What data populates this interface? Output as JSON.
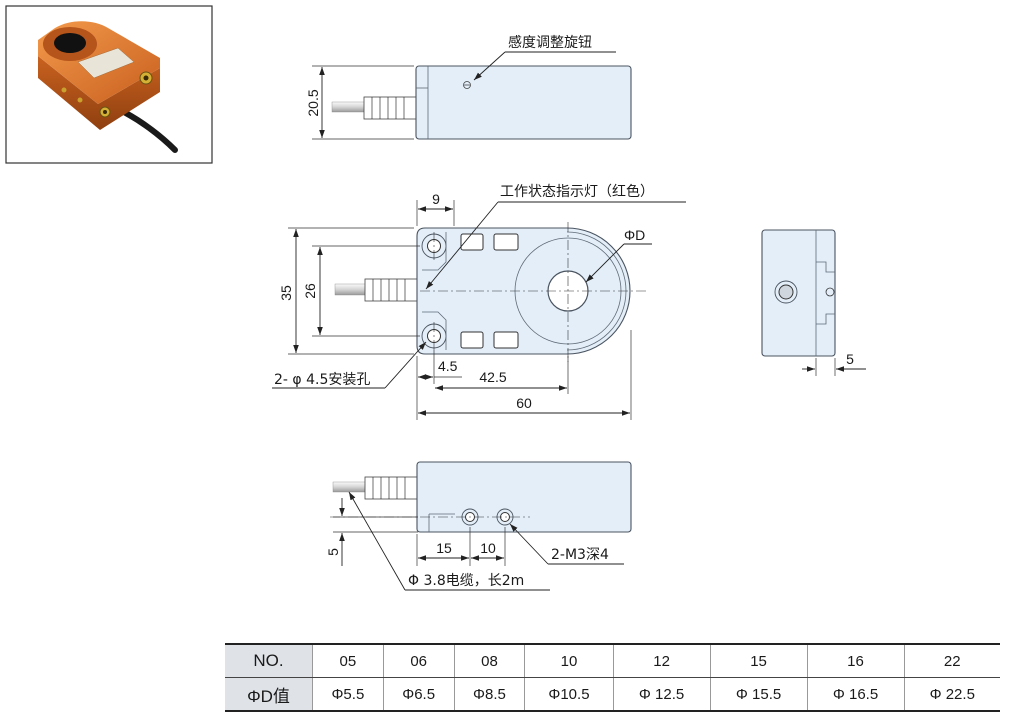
{
  "labels": {
    "sensitivity_knob": "感度调整旋钮",
    "status_led": "工作状态指示灯（红色）",
    "phi_d": "ΦD",
    "mounting_holes": "2- φ 4.5安装孔",
    "m3_holes": "2-M3深4",
    "cable": "Φ 3.8电缆，长2m"
  },
  "dimensions": {
    "height": "20.5",
    "hole_offset_x": "9",
    "width_outer": "35",
    "hole_spacing": "26",
    "hole_edge": "4.5",
    "center_offset": "42.5",
    "length": "60",
    "side_offset": "5",
    "m3_offset": "15",
    "m3_spacing": "10",
    "bottom_offset": "5"
  },
  "table": {
    "header_no": "NO.",
    "header_d": "ΦD值",
    "rows": [
      {
        "no": "05",
        "d": "Φ5.5"
      },
      {
        "no": "06",
        "d": "Φ6.5"
      },
      {
        "no": "08",
        "d": "Φ8.5"
      },
      {
        "no": "10",
        "d": "Φ10.5"
      },
      {
        "no": "12",
        "d": "Φ 12.5"
      },
      {
        "no": "15",
        "d": "Φ 15.5"
      },
      {
        "no": "16",
        "d": "Φ 16.5"
      },
      {
        "no": "22",
        "d": "Φ 22.5"
      }
    ]
  },
  "colors": {
    "sensor_orange": "#d9722a",
    "body_fill": "#e3eef9"
  }
}
